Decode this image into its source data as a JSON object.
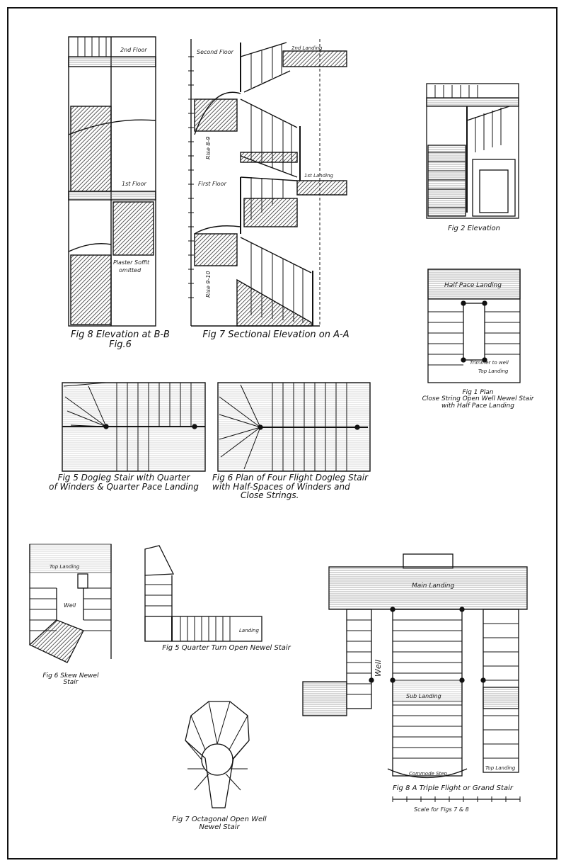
{
  "colors": {
    "ink": "#111111",
    "paper": "#ffffff",
    "shade": "#444444"
  },
  "captions": {
    "fig8_elev": "Fig 8  Elevation at B-B",
    "fig8_elev_ref": "Fig.6",
    "fig7_section": "Fig 7  Sectional Elevation on A-A",
    "fig2_elev": "Fig 2  Elevation",
    "fig1_plan_a": "Fig 1  Plan",
    "fig1_plan_b": "Close String Open Well Newel Stair",
    "fig1_plan_c": "with Half Pace Landing",
    "fig5_dogleg_a": "Fig 5  Dogleg Stair with Quarter",
    "fig5_dogleg_b": "of Winders & Quarter Pace Landing",
    "fig6_plan_a": "Fig 6  Plan of Four Flight Dogleg Stair",
    "fig6_plan_b": "with Half-Spaces of Winders and",
    "fig6_plan_c": "Close Strings.",
    "fig6_newel_a": "Fig 6  Skew Newel",
    "fig6_newel_b": "Stair",
    "fig5_quarter": "Fig 5  Quarter Turn Open Newel Stair",
    "fig7_oct_a": "Fig 7  Octagonal Open Well",
    "fig7_oct_b": "Newel Stair",
    "fig8_grand": "Fig 8  A Triple Flight or Grand Stair"
  },
  "labels": {
    "second_floor_a": "2nd Floor",
    "first_floor_a": "1st Floor",
    "plaster": "Plaster Soffit",
    "omitted": "omitted",
    "second_floor_b": "Second Floor",
    "first_floor_b": "First Floor",
    "landing_2nd": "2nd Landing",
    "landing_1st": "1st Landing",
    "rise_a": "Rise 8-9",
    "rise_b": "Rise 9-10",
    "halfpace": "Half Pace Landing",
    "trimmer": "Trimmer to well",
    "top_landing_f1": "Top Landing",
    "main_landing": "Main Landing",
    "well": "Well",
    "sub_landing": "Sub Landing",
    "commode": "Commode Step",
    "top_landing_g": "Top Landing",
    "top_landing_s": "Top Landing",
    "well_s": "Well",
    "landing_q": "Landing",
    "scale": "Scale for Figs 7 & 8"
  }
}
